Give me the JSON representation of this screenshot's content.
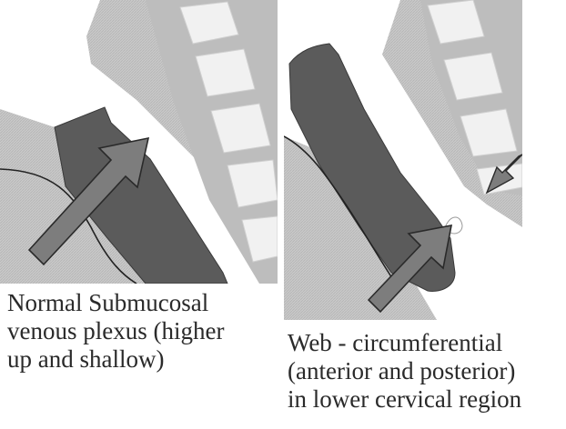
{
  "captions": {
    "left": [
      "Normal Submucosal",
      "venous plexus (higher",
      "up and shallow)"
    ],
    "right": [
      "Web - circumferential",
      "(anterior and posterior)",
      "in lower cervical region"
    ]
  },
  "colors": {
    "background": "#ffffff",
    "soft_tissue": "#c8c8c8",
    "vertebra_body": "#f0f0f0",
    "pharynx_wall": "#5a5a5a",
    "arrow_fill": "#7d7d7d",
    "outline": "#222222"
  }
}
